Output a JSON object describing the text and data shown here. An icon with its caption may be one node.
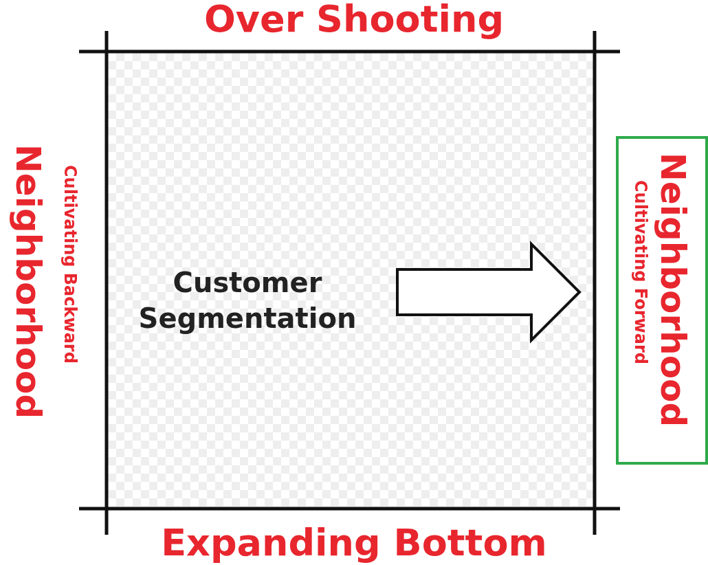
{
  "diagram": {
    "nodes": [
      {
        "text": [
          "Customer Segmentation"
        ]
      },
      {
        "text": [
          "Neighborhood",
          "Cultivating Forward"
        ]
      }
    ],
    "edges": [
      {
        "from": 0,
        "to": 1,
        "arrow": "to",
        "style": "thick"
      }
    ],
    "labels": [
      "Over Shooting",
      "Neighborhood",
      "Cultivating Backward",
      "Expanding Bottom"
    ]
  }
}
